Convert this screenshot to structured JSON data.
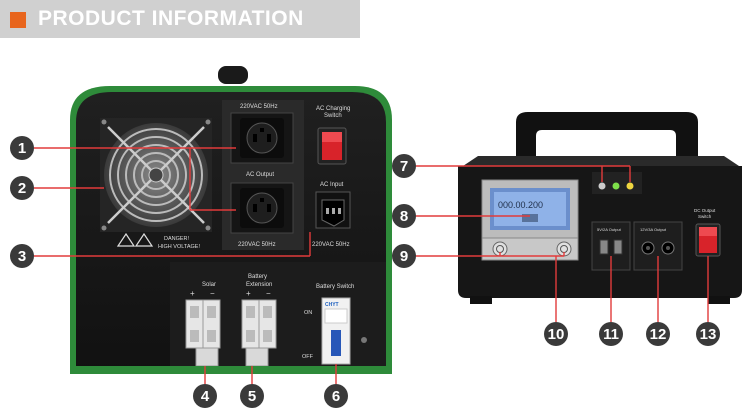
{
  "banner": {
    "title": "PRODUCT INFORMATION"
  },
  "rear_panel": {
    "socket_top_label": "220VAC 50Hz",
    "ac_output_label": "AC Output",
    "socket_bottom_label": "220VAC 50Hz",
    "charging_switch_label_1": "AC Charging",
    "charging_switch_label_2": "Switch",
    "ac_input_label": "AC Input",
    "ac_input_rating": "220VAC 50Hz",
    "danger_label_1": "DANGER!",
    "danger_label_2": "HIGH VOLTAGE!",
    "solar_label": "Solar",
    "solar_plus": "+",
    "solar_minus": "−",
    "battery_ext_label_1": "Battery",
    "battery_ext_label_2": "Extension",
    "battery_plus": "+",
    "battery_minus": "−",
    "battery_switch_label": "Battery Switch",
    "on_label": "ON",
    "off_label": "OFF",
    "breaker_brand": "CHYT"
  },
  "front_panel": {
    "lcd_text": "000.00.200",
    "usb_label": "5V/2A Output",
    "dc_label": "12V/3A Output",
    "dc_switch_label_1": "DC Output",
    "dc_switch_label_2": "Switch"
  },
  "callouts": [
    "1",
    "2",
    "3",
    "4",
    "5",
    "6",
    "7",
    "8",
    "9",
    "10",
    "11",
    "12",
    "13"
  ],
  "colors": {
    "accent": "#e8651d",
    "device_green": "#2e8b3a",
    "callout_dark": "#3a3a3a",
    "switch_red": "#d8232a"
  }
}
